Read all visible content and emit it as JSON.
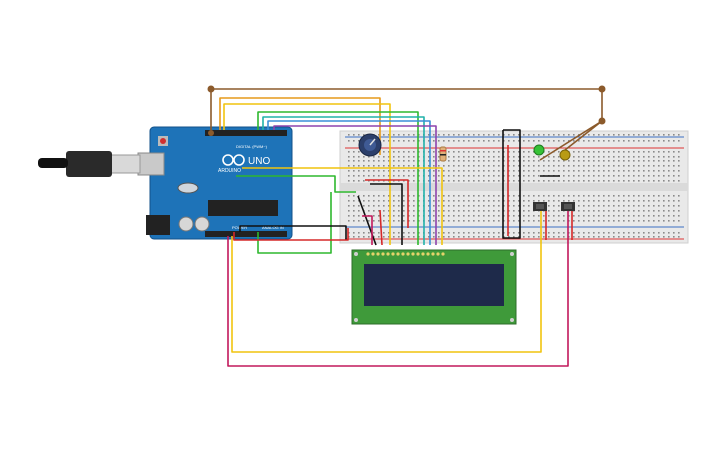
{
  "board": {
    "logo": "UNO",
    "brand": "ARDUINO",
    "pin_header_digital": "DIGITAL (PWM~)",
    "power_label": "POWER",
    "analog_label": "ANALOG IN"
  },
  "wire_colors": {
    "brown": "#8B5A2B",
    "orange": "#E69A1C",
    "yellow": "#F1C40F",
    "green": "#2EB82E",
    "teal": "#20B2AA",
    "blue": "#3A8FD8",
    "purple": "#8E44AD",
    "red": "#D62828",
    "black": "#111111",
    "magenta": "#C2185B"
  },
  "lcd": {
    "bezel_color": "#3F9A3A",
    "screen_color": "#1E2A4A"
  }
}
